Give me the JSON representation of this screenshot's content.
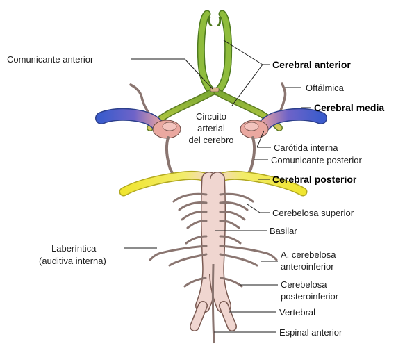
{
  "diagram": {
    "labels": {
      "comunicante_anterior": "Comunicante anterior",
      "cerebral_anterior": "Cerebral anterior",
      "oftalmica": "Oftálmica",
      "cerebral_media": "Cerebral media",
      "circuito_1": "Circuito",
      "circuito_2": "arterial",
      "circuito_3": "del cerebro",
      "carotida_interna": "Carótida interna",
      "comunicante_posterior": "Comunicante posterior",
      "cerebral_posterior": "Cerebral posterior",
      "cerebelosa_superior": "Cerebelosa superior",
      "basilar": "Basilar",
      "laberintica_1": "Laberíntica",
      "laberintica_2": "(auditiva interna)",
      "aica_1": "A. cerebelosa",
      "aica_2": "anteroinferior",
      "pica_1": "Cerebelosa",
      "pica_2": "posteroinferior",
      "vertebral": "Vertebral",
      "espinal_anterior": "Espinal anterior"
    },
    "colors": {
      "anterior_green": "#8ab53a",
      "media_blue": "#3c5ccc",
      "carotid_pink": "#eaa8a0",
      "posterior_yellow": "#f1e83c",
      "basilar_pink": "#f0d6d0",
      "small_branch": "#8a7570"
    }
  }
}
